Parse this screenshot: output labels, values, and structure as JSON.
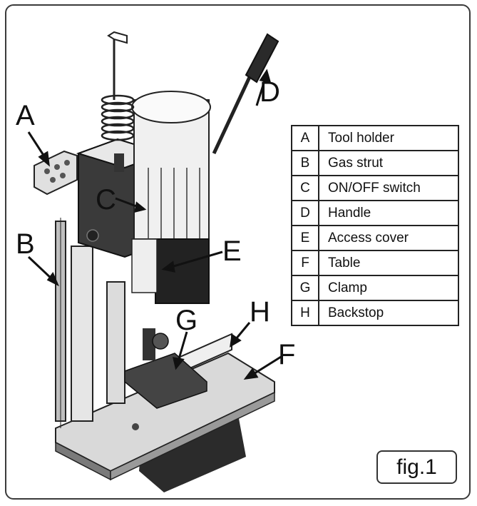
{
  "legend": [
    {
      "key": "A",
      "label": "Tool holder"
    },
    {
      "key": "B",
      "label": "Gas strut"
    },
    {
      "key": "C",
      "label": "ON/OFF switch"
    },
    {
      "key": "D",
      "label": "Handle"
    },
    {
      "key": "E",
      "label": "Access cover"
    },
    {
      "key": "F",
      "label": "Table"
    },
    {
      "key": "G",
      "label": "Clamp"
    },
    {
      "key": "H",
      "label": "Backstop"
    }
  ],
  "callouts": [
    "A",
    "B",
    "C",
    "D",
    "E",
    "F",
    "G",
    "H"
  ],
  "figure_label": "fig.1"
}
